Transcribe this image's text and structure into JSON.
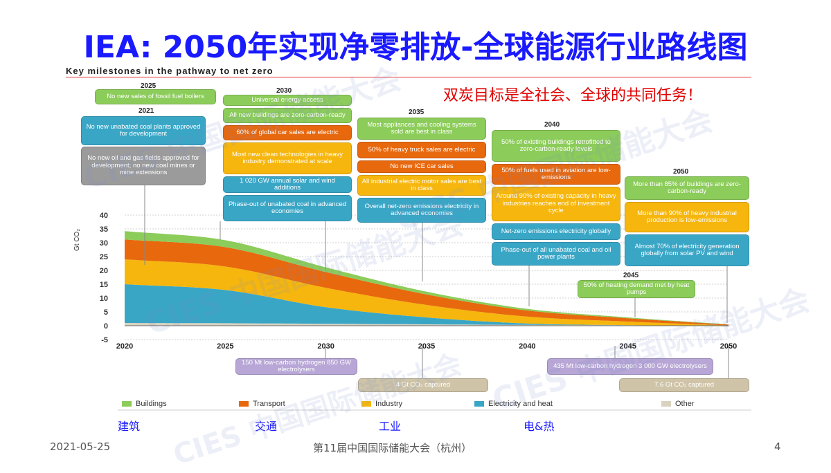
{
  "title": "IEA: 2050年实现净零排放-全球能源行业路线图",
  "subheading": "Key milestones in the pathway to net zero",
  "note": "双炭目标是全社会、全球的共同任务！",
  "milestones": {
    "y2021": {
      "year": "2021",
      "items": [
        "No new unabated coal plants approved for development",
        "No new oil and gas fields approved for development; no new coal mines or mine extensions"
      ]
    },
    "y2025": {
      "year": "2025",
      "items": [
        "No new sales of fossil fuel boilers"
      ]
    },
    "y2030": {
      "year": "2030",
      "items": [
        "Universal energy access",
        "All new buildings are zero-carbon-ready",
        "60% of global car sales are electric",
        "Most new clean technologies in heavy industry demonstrated at scale",
        "1 020 GW annual solar and wind additions",
        "Phase-out of unabated coal in advanced economies"
      ]
    },
    "y2035": {
      "year": "2035",
      "items": [
        "Most appliances and cooling systems sold are best in class",
        "50% of heavy truck sales are electric",
        "No new ICE car sales",
        "All industrial electric motor sales are best in class",
        "Overall net-zero emissions electricity in advanced economies"
      ]
    },
    "y2040": {
      "year": "2040",
      "items": [
        "50% of existing buildings retrofitted to zero-carbon-ready levels",
        "50% of fuels used in aviation are low-emissions",
        "Around 90% of existing capacity in heavy industries reaches end of investment cycle",
        "Net-zero emissions electricity globally",
        "Phase-out of all unabated coal and oil power plants"
      ]
    },
    "y2045": {
      "year": "2045",
      "items": [
        "50% of heating demand met by heat pumps"
      ]
    },
    "y2050": {
      "year": "2050",
      "items": [
        "More than 85% of buildings are zero-carbon-ready",
        "More than 90% of heavy industrial production is low-emissions",
        "Almost 70% of electricity generation globally from solar PV and wind"
      ]
    },
    "bottom": [
      "150 Mt low-carbon hydrogen 850 GW electrolysers",
      "4 Gt CO₂ captured",
      "435 Mt low-carbon hydrogen 3 000 GW electrolysers",
      "7.6 Gt CO₂ captured"
    ]
  },
  "chart_data": {
    "type": "area",
    "ylabel": "Gt CO₂",
    "x": [
      2020,
      2025,
      2030,
      2035,
      2040,
      2045,
      2050
    ],
    "ylim": [
      -5,
      40
    ],
    "yticks": [
      -5,
      0,
      5,
      10,
      15,
      20,
      25,
      30,
      35,
      40
    ],
    "xticks": [
      "2020",
      "2025",
      "2030",
      "2035",
      "2040",
      "2045",
      "2050"
    ],
    "series": [
      {
        "name": "Other",
        "color": "#d8d2bf",
        "values": [
          1.0,
          0.9,
          0.7,
          0.5,
          0.3,
          0.2,
          0.1
        ]
      },
      {
        "name": "Electricity and heat",
        "color": "#3aa6c6",
        "values": [
          14.0,
          12.0,
          6.0,
          2.5,
          0.5,
          0.0,
          -0.3
        ]
      },
      {
        "name": "Industry",
        "color": "#f6b60d",
        "values": [
          9.0,
          8.5,
          7.0,
          4.5,
          2.5,
          1.3,
          0.3
        ]
      },
      {
        "name": "Transport",
        "color": "#e8680e",
        "values": [
          7.2,
          7.0,
          5.7,
          3.8,
          2.2,
          1.2,
          0.3
        ]
      },
      {
        "name": "Buildings",
        "color": "#8ccc5a",
        "values": [
          3.0,
          2.5,
          1.7,
          1.0,
          0.6,
          0.3,
          0.1
        ]
      }
    ],
    "legend_order": [
      "Buildings",
      "Transport",
      "Industry",
      "Electricity and heat",
      "Other"
    ],
    "legend_position": "bottom"
  },
  "cn_labels": [
    "建筑",
    "交通",
    "工业",
    "电&热"
  ],
  "footer": {
    "date": "2021-05-25",
    "event": "第11届中国国际储能大会（杭州）",
    "page": "4"
  },
  "watermark": "CIES 中国国际储能大会"
}
